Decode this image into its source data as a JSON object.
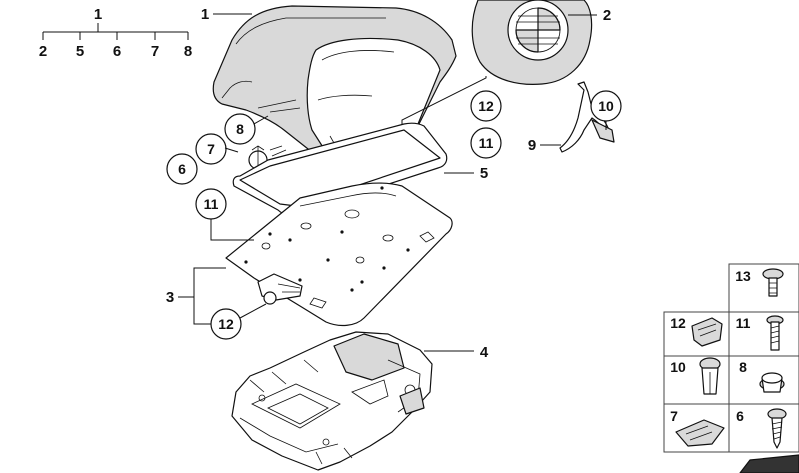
{
  "tree": {
    "root": "1",
    "children": [
      "2",
      "5",
      "6",
      "7",
      "8"
    ]
  },
  "callouts": {
    "part1": "1",
    "part2": "2",
    "part3": "3",
    "part4": "4",
    "part5": "5",
    "part6": "6",
    "part7": "7",
    "part8": "8",
    "part9": "9",
    "part10": "10",
    "part11a": "11",
    "part11b": "11",
    "part12a": "12",
    "part12b": "12"
  },
  "legend": {
    "cells": [
      {
        "num": "13",
        "icon": "screw-cap-icon"
      },
      {
        "num": "12",
        "icon": "spring-clip-icon"
      },
      {
        "num": "11",
        "icon": "screw-icon"
      },
      {
        "num": "10",
        "icon": "expanding-rivet-icon"
      },
      {
        "num": "8",
        "icon": "grommet-icon"
      },
      {
        "num": "7",
        "icon": "spring-nut-icon"
      },
      {
        "num": "6",
        "icon": "tapping-screw-icon"
      }
    ]
  }
}
